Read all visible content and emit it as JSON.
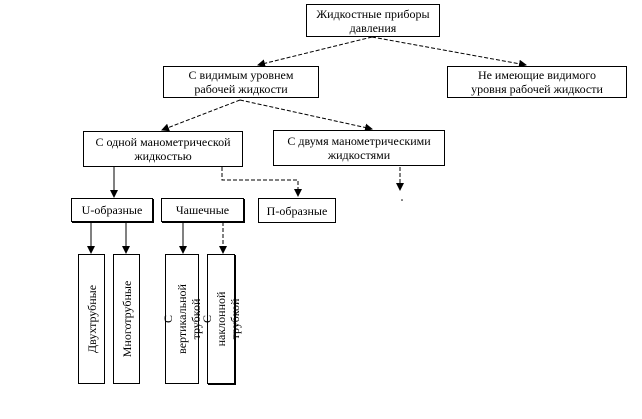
{
  "nodes": {
    "root": "Жидкостные приборы\nдавления",
    "visible_level": "С видимым уровнем\nрабочей жидкости",
    "no_visible_level": "Не имеющие видимого\nуровня рабочей жидкости",
    "one_liquid": "С одной манометрической\nжидкостью",
    "two_liquids": "С двумя манометрическими\nжидкостями",
    "u_type": "U-образные",
    "cup_type": "Чашечные",
    "p_type": "П-образные",
    "two_tube": "Двухтрубные",
    "multi_tube": "Многотрубные",
    "vertical_tube": "С вертикальной\nтрубкой",
    "inclined_tube": "С наклонной трубкой"
  }
}
